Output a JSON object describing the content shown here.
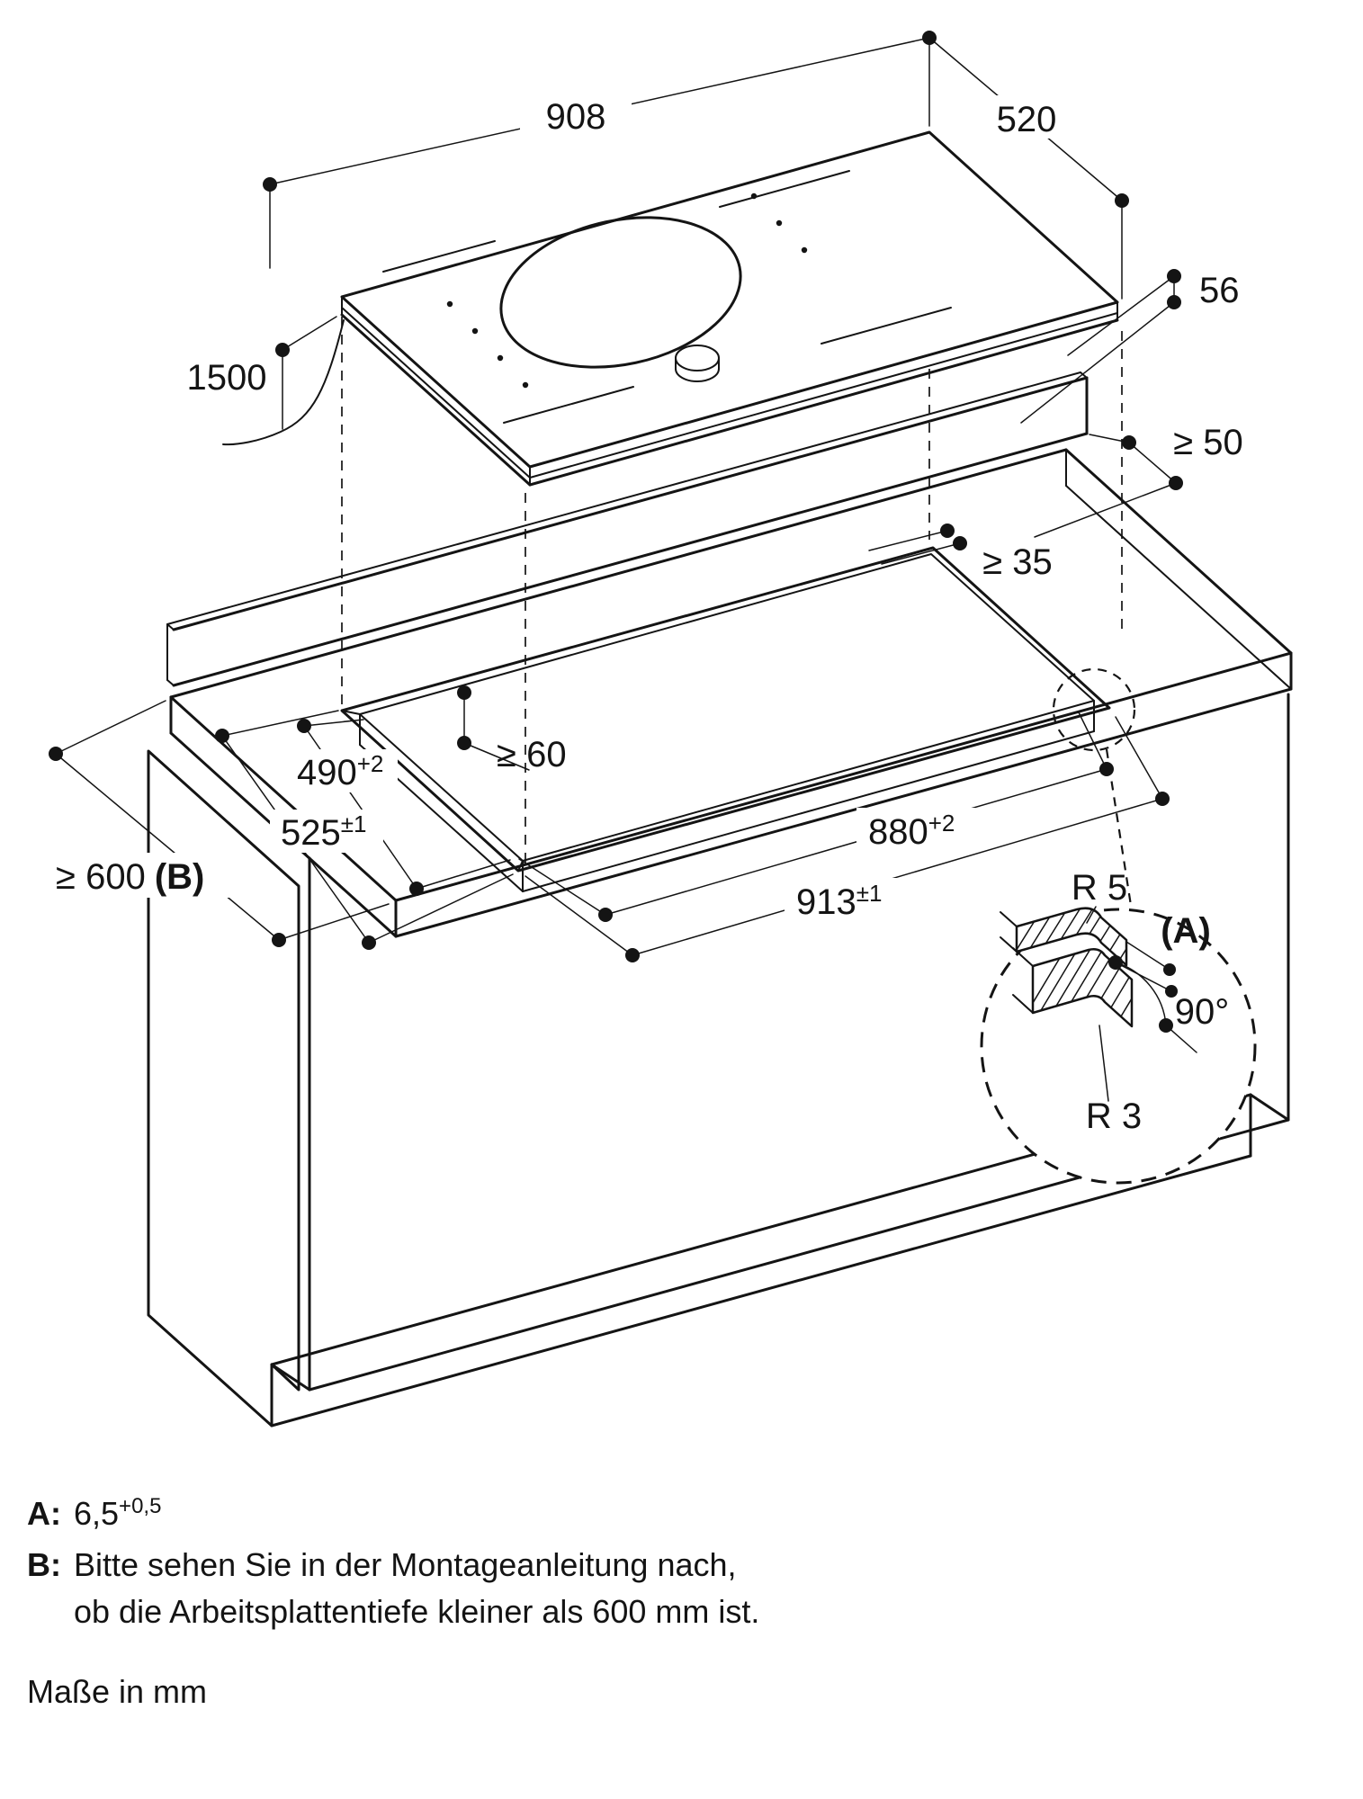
{
  "dims": {
    "cooktop_width": {
      "v": "908"
    },
    "cooktop_depth": {
      "v": "520"
    },
    "cooktop_height": {
      "v": "56"
    },
    "cable_length": {
      "v": "1500"
    },
    "wall_clearance": {
      "v": "≥ 50"
    },
    "back_clearance": {
      "v": "≥ 35"
    },
    "cutout_depth": {
      "v": "490",
      "sup": "+2"
    },
    "recess_depth": {
      "v": "525",
      "sup": "±1"
    },
    "below_clearance": {
      "v": "≥ 60"
    },
    "cutout_width": {
      "v": "880",
      "sup": "+2"
    },
    "recess_width": {
      "v": "913",
      "sup": "±1"
    },
    "worktop_depth": {
      "v": "≥ 600",
      "ref": "(B)"
    },
    "radius_top": {
      "v": "R 5"
    },
    "ref_a": {
      "v": "(A)"
    },
    "corner_angle": {
      "v": "90°"
    },
    "radius_bottom": {
      "v": "R 3"
    }
  },
  "notes": {
    "a_key": "A:",
    "a_val": "6,5",
    "a_sup": "+0,5",
    "b_key": "B:",
    "b_line1": "Bitte sehen Sie in der Montageanleitung nach,",
    "b_line2": "ob die Arbeitsplattentiefe kleiner als 600 mm ist.",
    "units": "Maße in mm"
  },
  "colors": {
    "line": "#141414",
    "background": "#ffffff"
  }
}
